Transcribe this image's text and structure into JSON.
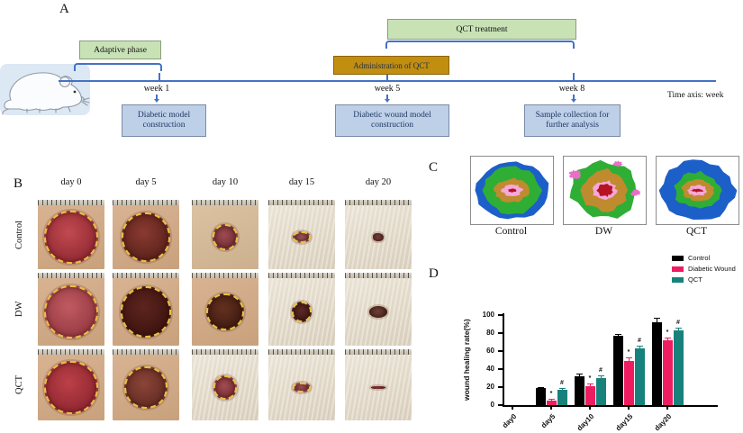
{
  "figure": {
    "panel_a_label": "A",
    "panel_b_label": "B",
    "panel_c_label": "C",
    "panel_d_label": "D"
  },
  "panel_a": {
    "adaptive_phase_label": "Adaptive phase",
    "qct_treatment_label": "QCT treatment",
    "administration_label": "Administration of QCT",
    "week_1": "week 1",
    "week_5": "week 5",
    "week_8": "week 8",
    "time_axis_label": "Time axis: week",
    "diabetic_model_box": "Diabetic model construction",
    "diabetic_wound_box": "Diabetic wound model construction",
    "sample_collection_box": "Sample collection for further analysis",
    "colors": {
      "timeline_blue": "#4472c4",
      "phase_green": "#c8e2b6",
      "admin_gold": "#c28e10",
      "box_blue": "#bed0e8"
    }
  },
  "panel_b": {
    "days": [
      "day 0",
      "day 5",
      "day 10",
      "day 15",
      "day 20"
    ],
    "rows": [
      {
        "label": "Control",
        "wounds": [
          {
            "w": 0.8,
            "c1": "#c24a50",
            "c2": "#8c2630",
            "bg": "tan",
            "outline": true,
            "shape": "round"
          },
          {
            "w": 0.74,
            "c1": "#8a3a30",
            "c2": "#55201a",
            "bg": "tan",
            "outline": true,
            "shape": "round"
          },
          {
            "w": 0.38,
            "c1": "#9c4a50",
            "c2": "#6e2e34",
            "bg": "fawn",
            "outline": true,
            "shape": "round"
          },
          {
            "w": 0.28,
            "c1": "#a05a5e",
            "c2": "#7a3e42",
            "bg": "fur",
            "outline": true,
            "shape": "oval"
          },
          {
            "w": 0.15,
            "c1": "#7a4640",
            "c2": "#5a302c",
            "bg": "fur",
            "outline": false,
            "shape": "spot"
          }
        ]
      },
      {
        "label": "DW",
        "wounds": [
          {
            "w": 0.8,
            "c1": "#c05a62",
            "c2": "#92363e",
            "bg": "tan",
            "outline": true,
            "shape": "round"
          },
          {
            "w": 0.76,
            "c1": "#5e241e",
            "c2": "#39120e",
            "bg": "tan",
            "outline": true,
            "shape": "round"
          },
          {
            "w": 0.56,
            "c1": "#64301f",
            "c2": "#3c1a10",
            "bg": "tan",
            "outline": true,
            "shape": "round"
          },
          {
            "w": 0.3,
            "c1": "#5c2a24",
            "c2": "#3e1a16",
            "bg": "fur",
            "outline": true,
            "shape": "round"
          },
          {
            "w": 0.28,
            "c1": "#6e4038",
            "c2": "#4a2620",
            "bg": "fur",
            "outline": false,
            "shape": "oval"
          }
        ]
      },
      {
        "label": "QCT",
        "wounds": [
          {
            "w": 0.8,
            "c1": "#bc4048",
            "c2": "#8a242e",
            "bg": "tan",
            "outline": true,
            "shape": "round"
          },
          {
            "w": 0.64,
            "c1": "#8c4438",
            "c2": "#5e2a22",
            "bg": "tan",
            "outline": true,
            "shape": "round"
          },
          {
            "w": 0.36,
            "c1": "#a34a52",
            "c2": "#762e36",
            "bg": "fur",
            "outline": true,
            "shape": "round"
          },
          {
            "w": 0.26,
            "c1": "#aa5860",
            "c2": "#7e3a42",
            "bg": "fur",
            "outline": true,
            "shape": "oval"
          },
          {
            "w": 0.22,
            "c1": "#a84a52",
            "c2": "#7c3038",
            "bg": "fur",
            "outline": false,
            "shape": "line"
          }
        ]
      }
    ]
  },
  "panel_c": {
    "items": [
      {
        "key": "Control",
        "label": "Control"
      },
      {
        "key": "DW",
        "label": "DW"
      },
      {
        "key": "QCT",
        "label": "QCT"
      }
    ],
    "palette": {
      "outer": "#1c5fc8",
      "mid": "#2fae35",
      "inner": "#bf8b2e",
      "ring": "#f6a8d8",
      "core": "#b51224",
      "accent": "#e86ec6"
    }
  },
  "panel_d": {
    "legend": [
      {
        "label": "Control",
        "color": "#000000"
      },
      {
        "label": "Diabetic Wound",
        "color": "#ee1d62"
      },
      {
        "label": "QCT",
        "color": "#17827b"
      }
    ]
  },
  "chart_data": {
    "type": "bar",
    "title": "",
    "xlabel": "",
    "ylabel": "wound healing rate(%)",
    "categories": [
      "day0",
      "day5",
      "day10",
      "day15",
      "day20"
    ],
    "series": [
      {
        "name": "Control",
        "color": "#000000",
        "values": [
          0,
          19,
          32,
          77,
          92
        ],
        "errors": [
          0,
          1,
          3,
          2,
          5
        ],
        "marks": [
          "",
          "",
          "",
          "",
          ""
        ]
      },
      {
        "name": "Diabetic Wound",
        "color": "#ee1d62",
        "values": [
          0,
          5,
          21,
          49,
          72
        ],
        "errors": [
          0,
          2,
          3,
          4,
          3
        ],
        "marks": [
          "",
          "*",
          "*",
          "*",
          "*"
        ]
      },
      {
        "name": "QCT",
        "color": "#17827b",
        "values": [
          0,
          17,
          30,
          63,
          83
        ],
        "errors": [
          0,
          2,
          3,
          3,
          3
        ],
        "marks": [
          "",
          "#",
          "#",
          "#",
          "#"
        ]
      }
    ],
    "ylim": [
      0,
      100
    ],
    "yticks": [
      0,
      20,
      40,
      60,
      80,
      100
    ],
    "grid": false,
    "legend_position": "top-right"
  }
}
